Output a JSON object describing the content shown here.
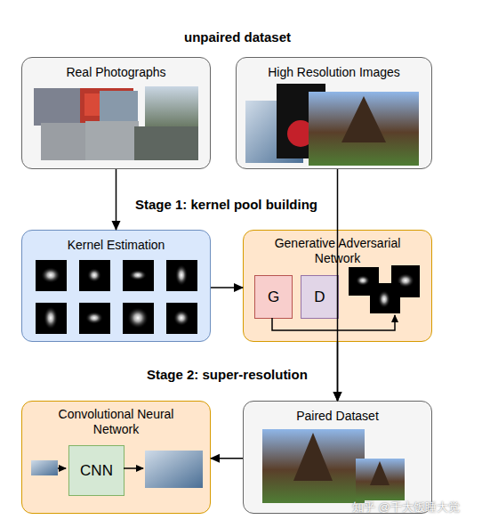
{
  "diagram": {
    "title": "unpaired dataset",
    "nodes": [
      {
        "text": [
          "Real Photographs"
        ]
      },
      {
        "text": [
          "High Resolution Images"
        ]
      },
      {
        "text": [
          "Kernel Estimation"
        ]
      },
      {
        "text": [
          "Generative Adversarial Network"
        ]
      },
      {
        "text": [
          "G"
        ],
        "in": 3
      },
      {
        "text": [
          "D"
        ],
        "in": 3
      },
      {
        "text": [
          "Paired Dataset"
        ]
      },
      {
        "text": [
          "Convolutional Neural Network"
        ]
      },
      {
        "text": [
          "CNN"
        ],
        "in": 7
      }
    ],
    "edges": [
      {
        "from": 0,
        "to": 2,
        "arrow": "to"
      },
      {
        "from": 2,
        "to": 3,
        "arrow": "to"
      },
      {
        "from": 3,
        "to": 6,
        "arrow": "to"
      },
      {
        "from": 1,
        "to": 6,
        "arrow": "to"
      },
      {
        "from": 6,
        "to": 7,
        "arrow": "to"
      }
    ],
    "labels": [
      "Stage 1: kernel pool building",
      "Stage 2: super-resolution",
      "知乎 @千大饭睡大觉"
    ]
  }
}
